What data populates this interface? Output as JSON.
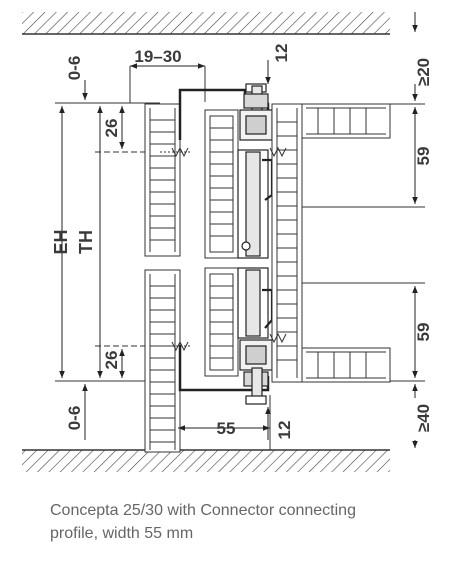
{
  "labels": {
    "gap_top": "0-6",
    "gap_bottom": "0-6",
    "width_range": "19–30",
    "clear_top": "12",
    "clear_bottom": "12",
    "ceiling_min": "≥20",
    "floor_min": "≥40",
    "offset_top": "26",
    "offset_bottom": "26",
    "eh": "EH",
    "th": "TH",
    "profile_top": "59",
    "profile_bottom": "59",
    "profile_width": "55"
  },
  "caption": {
    "line1": "Concepta 25/30 with Connector connecting",
    "line2": "profile, width 55 mm"
  }
}
